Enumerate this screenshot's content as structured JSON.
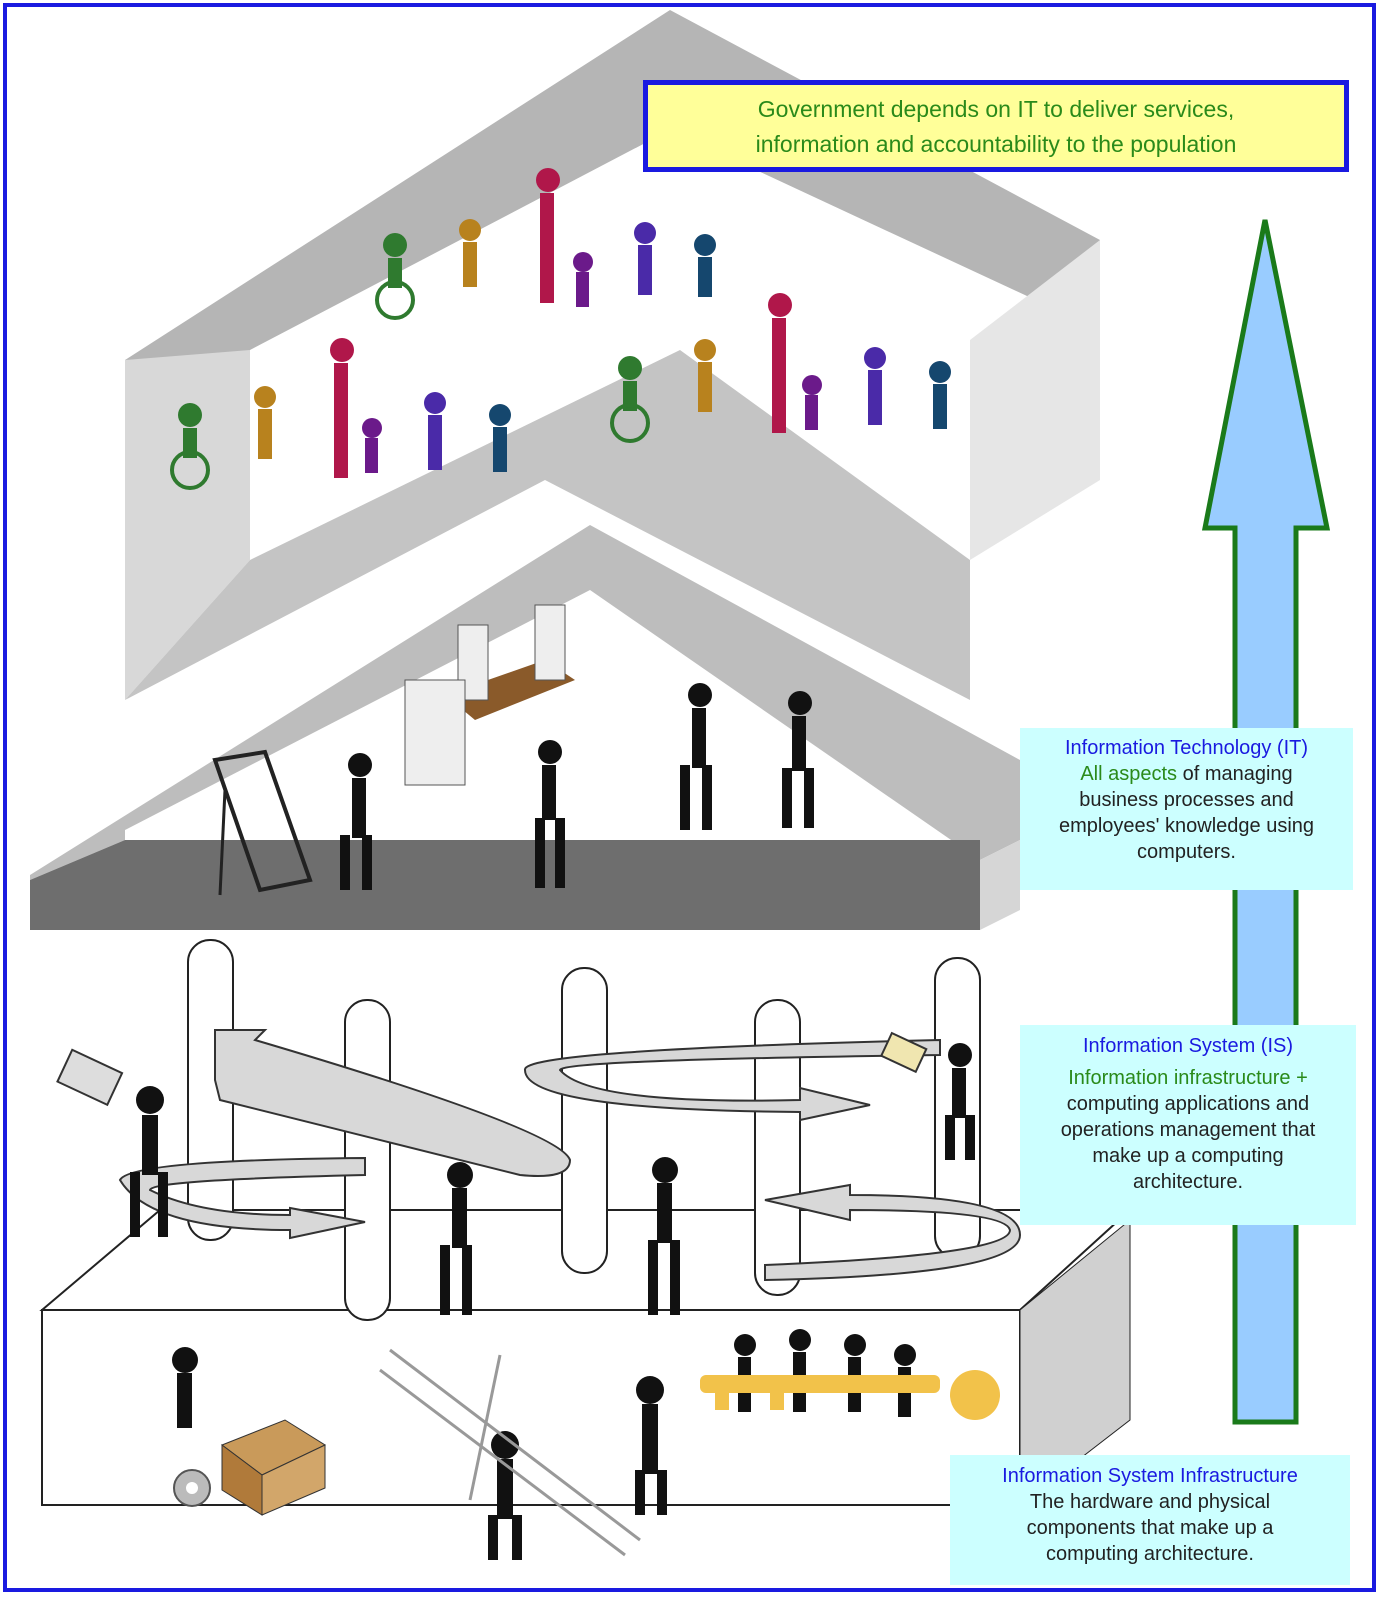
{
  "banner": {
    "line1": "Government depends on IT to deliver services,",
    "line2": "information and accountability to the population"
  },
  "it_card": {
    "title": "Information Technology (IT)",
    "highlight": "All aspects",
    "line1_rest": " of managing",
    "line2": "business processes and",
    "line3": "employees' knowledge using",
    "line4": "computers."
  },
  "is_card": {
    "title": "Information System (IS)",
    "highlight": "Information infrastructure +",
    "line1": "computing applications and",
    "line2": "operations management that",
    "line3": "make up a computing",
    "line4": "architecture."
  },
  "isi_card": {
    "title": "Information System Infrastructure",
    "line1": "The hardware and physical",
    "line2": "components that make up a",
    "line3": "computing architecture."
  },
  "colors": {
    "border": "#1a1ae0",
    "banner_fill": "#ffff99",
    "banner_text": "#2a8a1a",
    "card_fill": "#ccffff",
    "arrow_fill": "#99ccff",
    "arrow_stroke": "#1a7a1a",
    "house_gray": "#b8b8b8",
    "floor_dark": "#707070"
  }
}
